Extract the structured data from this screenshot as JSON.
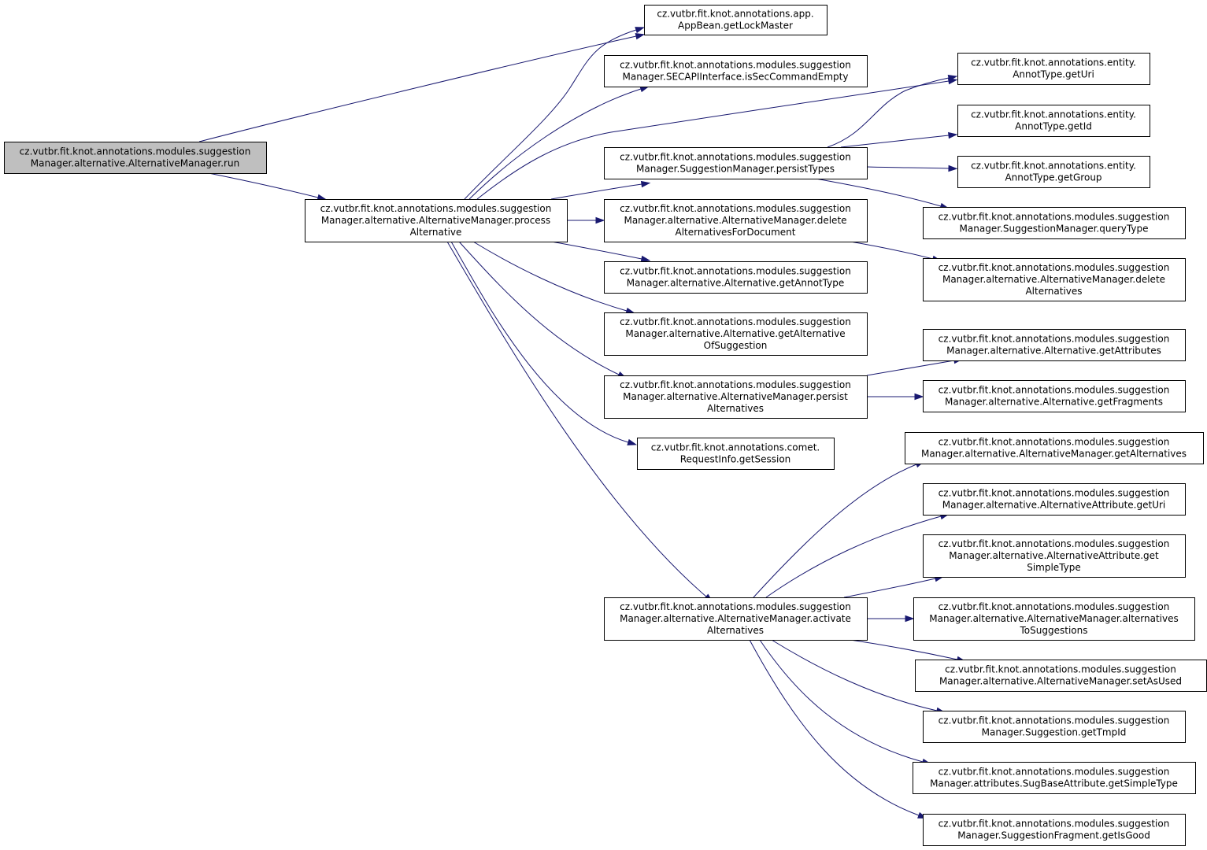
{
  "graph": {
    "nodes": [
      {
        "id": "run",
        "lines": [
          "cz.vutbr.fit.knot.annotations.modules.suggestion",
          "Manager.alternative.AlternativeManager.run"
        ],
        "highlight": true
      },
      {
        "id": "processAlternative",
        "lines": [
          "cz.vutbr.fit.knot.annotations.modules.suggestion",
          "Manager.alternative.AlternativeManager.process",
          "Alternative"
        ]
      },
      {
        "id": "getLockMaster",
        "lines": [
          "cz.vutbr.fit.knot.annotations.app.",
          "AppBean.getLockMaster"
        ]
      },
      {
        "id": "isSecCommandEmpty",
        "lines": [
          "cz.vutbr.fit.knot.annotations.modules.suggestion",
          "Manager.SECAPIInterface.isSecCommandEmpty"
        ]
      },
      {
        "id": "persistTypes",
        "lines": [
          "cz.vutbr.fit.knot.annotations.modules.suggestion",
          "Manager.SuggestionManager.persistTypes"
        ]
      },
      {
        "id": "deleteAlternativesForDocument",
        "lines": [
          "cz.vutbr.fit.knot.annotations.modules.suggestion",
          "Manager.alternative.AlternativeManager.delete",
          "AlternativesForDocument"
        ]
      },
      {
        "id": "getAnnotType",
        "lines": [
          "cz.vutbr.fit.knot.annotations.modules.suggestion",
          "Manager.alternative.Alternative.getAnnotType"
        ]
      },
      {
        "id": "getAlternativeOfSuggestion",
        "lines": [
          "cz.vutbr.fit.knot.annotations.modules.suggestion",
          "Manager.alternative.Alternative.getAlternative",
          "OfSuggestion"
        ]
      },
      {
        "id": "persistAlternatives",
        "lines": [
          "cz.vutbr.fit.knot.annotations.modules.suggestion",
          "Manager.alternative.AlternativeManager.persist",
          "Alternatives"
        ]
      },
      {
        "id": "getSession",
        "lines": [
          "cz.vutbr.fit.knot.annotations.comet.",
          "RequestInfo.getSession"
        ]
      },
      {
        "id": "activateAlternatives",
        "lines": [
          "cz.vutbr.fit.knot.annotations.modules.suggestion",
          "Manager.alternative.AlternativeManager.activate",
          "Alternatives"
        ]
      },
      {
        "id": "annotGetUri",
        "lines": [
          "cz.vutbr.fit.knot.annotations.entity.",
          "AnnotType.getUri"
        ]
      },
      {
        "id": "annotGetId",
        "lines": [
          "cz.vutbr.fit.knot.annotations.entity.",
          "AnnotType.getId"
        ]
      },
      {
        "id": "annotGetGroup",
        "lines": [
          "cz.vutbr.fit.knot.annotations.entity.",
          "AnnotType.getGroup"
        ]
      },
      {
        "id": "queryType",
        "lines": [
          "cz.vutbr.fit.knot.annotations.modules.suggestion",
          "Manager.SuggestionManager.queryType"
        ]
      },
      {
        "id": "deleteAlternatives",
        "lines": [
          "cz.vutbr.fit.knot.annotations.modules.suggestion",
          "Manager.alternative.AlternativeManager.delete",
          "Alternatives"
        ]
      },
      {
        "id": "getAttributes",
        "lines": [
          "cz.vutbr.fit.knot.annotations.modules.suggestion",
          "Manager.alternative.Alternative.getAttributes"
        ]
      },
      {
        "id": "getFragments",
        "lines": [
          "cz.vutbr.fit.knot.annotations.modules.suggestion",
          "Manager.alternative.Alternative.getFragments"
        ]
      },
      {
        "id": "getAlternatives",
        "lines": [
          "cz.vutbr.fit.knot.annotations.modules.suggestion",
          "Manager.alternative.AlternativeManager.getAlternatives"
        ]
      },
      {
        "id": "attrGetUri",
        "lines": [
          "cz.vutbr.fit.knot.annotations.modules.suggestion",
          "Manager.alternative.AlternativeAttribute.getUri"
        ]
      },
      {
        "id": "attrGetSimpleType",
        "lines": [
          "cz.vutbr.fit.knot.annotations.modules.suggestion",
          "Manager.alternative.AlternativeAttribute.get",
          "SimpleType"
        ]
      },
      {
        "id": "alternativesToSuggestions",
        "lines": [
          "cz.vutbr.fit.knot.annotations.modules.suggestion",
          "Manager.alternative.AlternativeManager.alternatives",
          "ToSuggestions"
        ]
      },
      {
        "id": "setAsUsed",
        "lines": [
          "cz.vutbr.fit.knot.annotations.modules.suggestion",
          "Manager.alternative.AlternativeManager.setAsUsed"
        ]
      },
      {
        "id": "getTmpId",
        "lines": [
          "cz.vutbr.fit.knot.annotations.modules.suggestion",
          "Manager.Suggestion.getTmpId"
        ]
      },
      {
        "id": "sugBaseGetSimpleType",
        "lines": [
          "cz.vutbr.fit.knot.annotations.modules.suggestion",
          "Manager.attributes.SugBaseAttribute.getSimpleType"
        ]
      },
      {
        "id": "getIsGood",
        "lines": [
          "cz.vutbr.fit.knot.annotations.modules.suggestion",
          "Manager.SuggestionFragment.getIsGood"
        ]
      }
    ],
    "edges": [
      [
        "run",
        "getLockMaster"
      ],
      [
        "run",
        "processAlternative"
      ],
      [
        "processAlternative",
        "getLockMaster"
      ],
      [
        "processAlternative",
        "isSecCommandEmpty"
      ],
      [
        "processAlternative",
        "annotGetUri"
      ],
      [
        "processAlternative",
        "persistTypes"
      ],
      [
        "processAlternative",
        "deleteAlternativesForDocument"
      ],
      [
        "processAlternative",
        "getAnnotType"
      ],
      [
        "processAlternative",
        "getAlternativeOfSuggestion"
      ],
      [
        "processAlternative",
        "persistAlternatives"
      ],
      [
        "processAlternative",
        "getSession"
      ],
      [
        "processAlternative",
        "activateAlternatives"
      ],
      [
        "persistTypes",
        "annotGetUri"
      ],
      [
        "persistTypes",
        "annotGetId"
      ],
      [
        "persistTypes",
        "annotGetGroup"
      ],
      [
        "persistTypes",
        "queryType"
      ],
      [
        "deleteAlternativesForDocument",
        "deleteAlternatives"
      ],
      [
        "persistAlternatives",
        "getAttributes"
      ],
      [
        "persistAlternatives",
        "getFragments"
      ],
      [
        "activateAlternatives",
        "getAlternatives"
      ],
      [
        "activateAlternatives",
        "attrGetUri"
      ],
      [
        "activateAlternatives",
        "attrGetSimpleType"
      ],
      [
        "activateAlternatives",
        "alternativesToSuggestions"
      ],
      [
        "activateAlternatives",
        "setAsUsed"
      ],
      [
        "activateAlternatives",
        "getTmpId"
      ],
      [
        "activateAlternatives",
        "sugBaseGetSimpleType"
      ],
      [
        "activateAlternatives",
        "getIsGood"
      ]
    ]
  }
}
